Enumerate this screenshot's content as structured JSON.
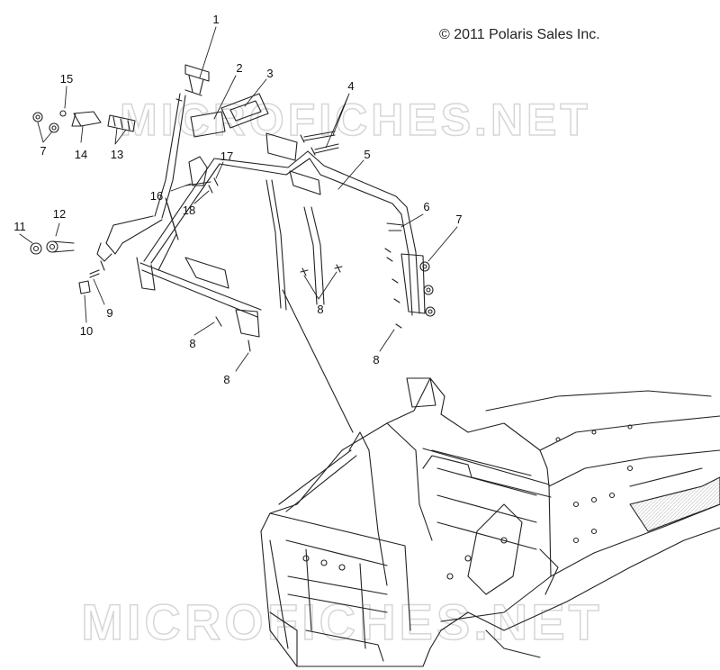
{
  "copyright": "© 2011 Polaris Sales Inc.",
  "watermark": "MICROFICHES.NET",
  "callouts": {
    "c1": "1",
    "c2": "2",
    "c3": "3",
    "c4": "4",
    "c5": "5",
    "c6": "6",
    "c7a": "7",
    "c7b": "7",
    "c8a": "8",
    "c8b": "8",
    "c8c": "8",
    "c8d": "8",
    "c9": "9",
    "c10": "10",
    "c11": "11",
    "c12": "12",
    "c13": "13",
    "c14": "14",
    "c15": "15",
    "c16": "16",
    "c17": "17",
    "c18": "18"
  },
  "colors": {
    "line": "#222222",
    "watermark": "#d9d9d9"
  }
}
